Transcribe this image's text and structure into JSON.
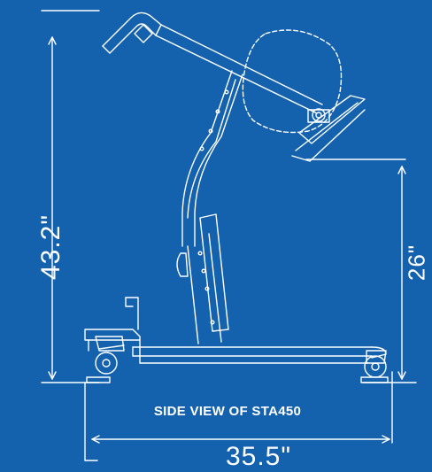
{
  "caption": "SIDE VIEW OF STA450",
  "dimensions": {
    "overall_height": "43.2\"",
    "seat_height": "26\"",
    "base_length": "35.5\""
  },
  "colors": {
    "background": "#1462ae",
    "line": "#ffffff"
  }
}
